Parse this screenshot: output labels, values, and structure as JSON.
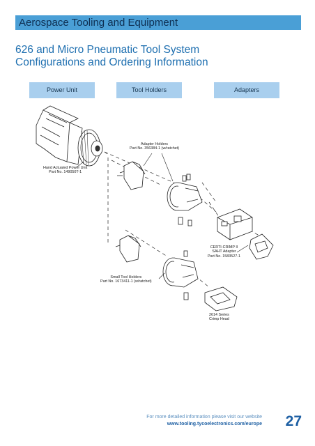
{
  "header": {
    "title": "Aerospace Tooling and Equipment"
  },
  "subtitle": {
    "line1": "626 and Micro Pneumatic Tool System",
    "line2": "Configurations and Ordering Information"
  },
  "categories": [
    "Power Unit",
    "Tool Holders",
    "Adapters"
  ],
  "labels": {
    "adapter_holders": [
      "Adapter Holders",
      "Part No. 356384-1 (w/ratchet)"
    ],
    "power_unit": [
      "Hand Actuated Power Unit",
      "Part No. 149050T-1"
    ],
    "cert_adapter": [
      "CERTI-CRIMP II",
      "SAHT Adapter",
      "Part No. 1583527-1"
    ],
    "small_holders": [
      "Small Tool Holders",
      "Part No. 1673411-1 (w/ratchet)"
    ],
    "crimp_head": [
      "2614 Series",
      "Crimp Head"
    ]
  },
  "footer": {
    "line1": "For more detailed information please visit our website",
    "url": "www.tooling.tycoelectronics.com/europe",
    "page_number": "27"
  },
  "colors": {
    "header_bg": "#4a9fd6",
    "category_bg": "#a9cfee",
    "accent_blue": "#1e6fb0"
  }
}
